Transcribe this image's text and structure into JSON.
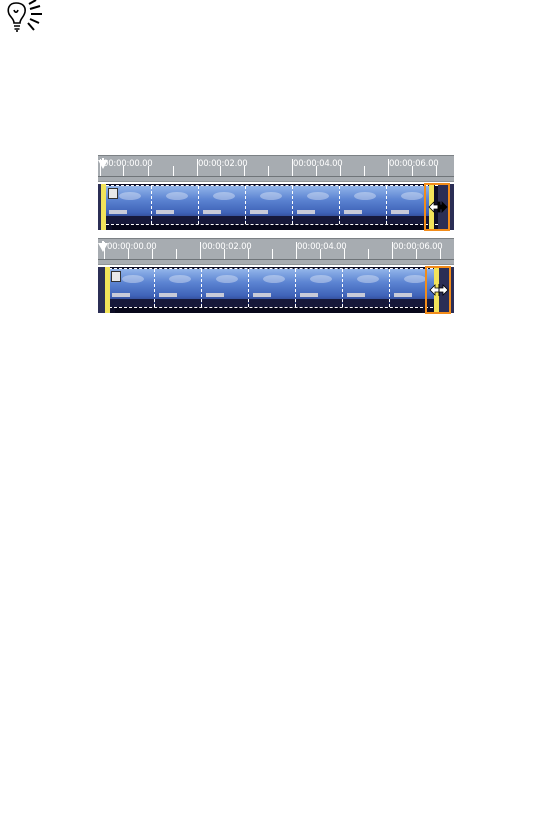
{
  "timelines": [
    {
      "labels": [
        "00:00:00.00",
        "00:00:02.00",
        "00:00:04.00",
        "00:00:06.00"
      ],
      "cursor": "resize-arrow-black-icon"
    },
    {
      "labels": [
        "00:00:00.00",
        "00:00:02.00",
        "00:00:04.00",
        "00:00:06.00"
      ],
      "cursor": "resize-arrow-white-icon"
    }
  ],
  "colors": {
    "highlight": "#f28c1a",
    "trim_handle": "#f2e35a",
    "ruler": "#a7acb1"
  }
}
